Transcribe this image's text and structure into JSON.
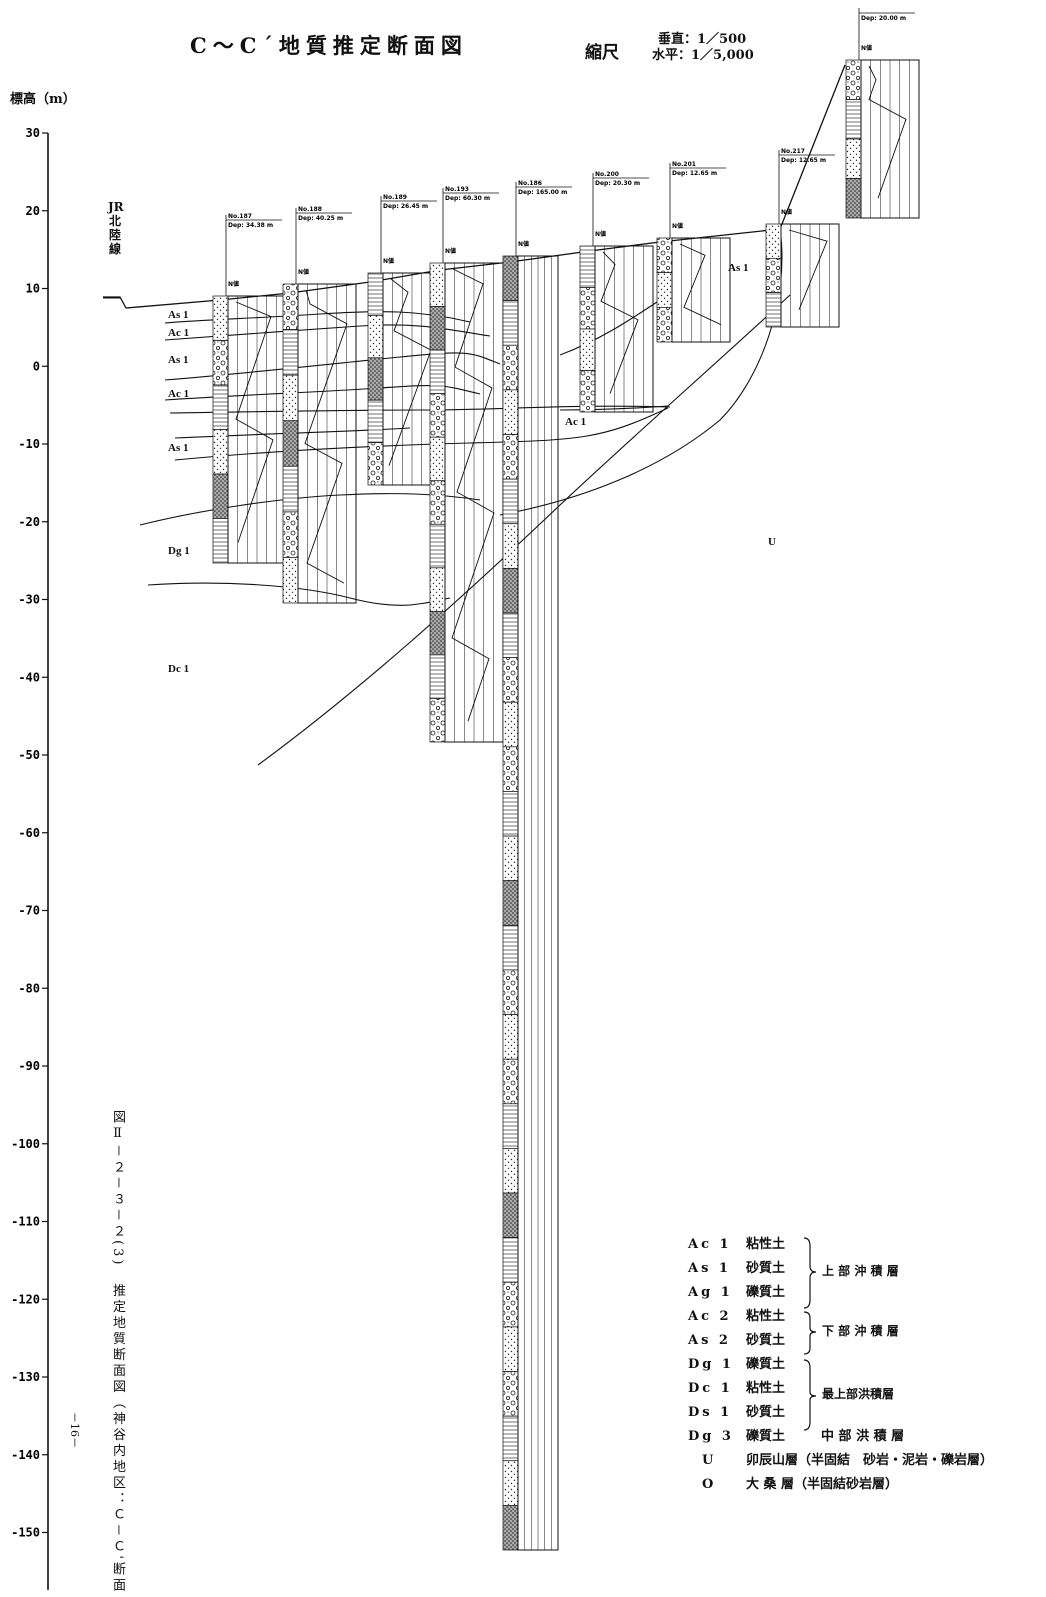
{
  "title": "C〜C´地質推定断面図",
  "scale": {
    "label": "縮尺",
    "vertical": "垂直：1／500",
    "horizontal": "水平：1／5,000"
  },
  "y_axis_label": "標高（m）",
  "y_ticks": [
    "30",
    "20",
    "10",
    "0",
    "-10",
    "-20",
    "-30",
    "-40",
    "-50",
    "-60",
    "-70",
    "-80",
    "-90",
    "-100",
    "-110",
    "-120",
    "-130",
    "-140",
    "-150"
  ],
  "rail_label": "JR北陸線",
  "caption": "図Ⅱ－２－３－２(3)　推定地質断面図（神谷内地区：Ｃ－Ｃ'断面",
  "page_number": "－16－",
  "boreholes": [
    {
      "no": "No.187",
      "dep": "Dep: 34.38 m"
    },
    {
      "no": "No.188",
      "dep": "Dep: 40.25 m"
    },
    {
      "no": "No.189",
      "dep": "Dep: 26.45 m"
    },
    {
      "no": "No.193",
      "dep": "Dep: 60.30 m"
    },
    {
      "no": "No.186",
      "dep": "Dep: 165.00 m"
    },
    {
      "no": "No.200",
      "dep": "Dep: 20.30 m"
    },
    {
      "no": "No.201",
      "dep": "Dep: 12.65 m"
    },
    {
      "no": "No.217",
      "dep": "Dep: 12.65 m"
    },
    {
      "no": "",
      "dep": "Dep: 20.00 m"
    }
  ],
  "n_value_header": "N値",
  "section_labels": {
    "As1": "As 1",
    "Ac1": "Ac 1",
    "Dg1": "Dg 1",
    "Dc1": "Dc 1",
    "U": "U"
  },
  "legend": {
    "rows": [
      {
        "code": "Ac 1",
        "desc": "粘性土"
      },
      {
        "code": "As 1",
        "desc": "砂質土"
      },
      {
        "code": "Ag 1",
        "desc": "礫質土"
      },
      {
        "code": "Ac 2",
        "desc": "粘性土"
      },
      {
        "code": "As 2",
        "desc": "砂質土"
      },
      {
        "code": "Dg 1",
        "desc": "礫質土"
      },
      {
        "code": "Dc 1",
        "desc": "粘性土"
      },
      {
        "code": "Ds 1",
        "desc": "砂質土"
      },
      {
        "code": "Dg 3",
        "desc": "礫質土"
      },
      {
        "code": "U",
        "desc": "卯辰山層（半固結　砂岩・泥岩・礫岩層）"
      },
      {
        "code": "O",
        "desc": "大 桑 層（半固結砂岩層）"
      }
    ],
    "groups": [
      "上 部 沖 積 層",
      "下 部 沖 積 層",
      "最上部洪積層",
      "中 部 洪 積 層"
    ]
  }
}
